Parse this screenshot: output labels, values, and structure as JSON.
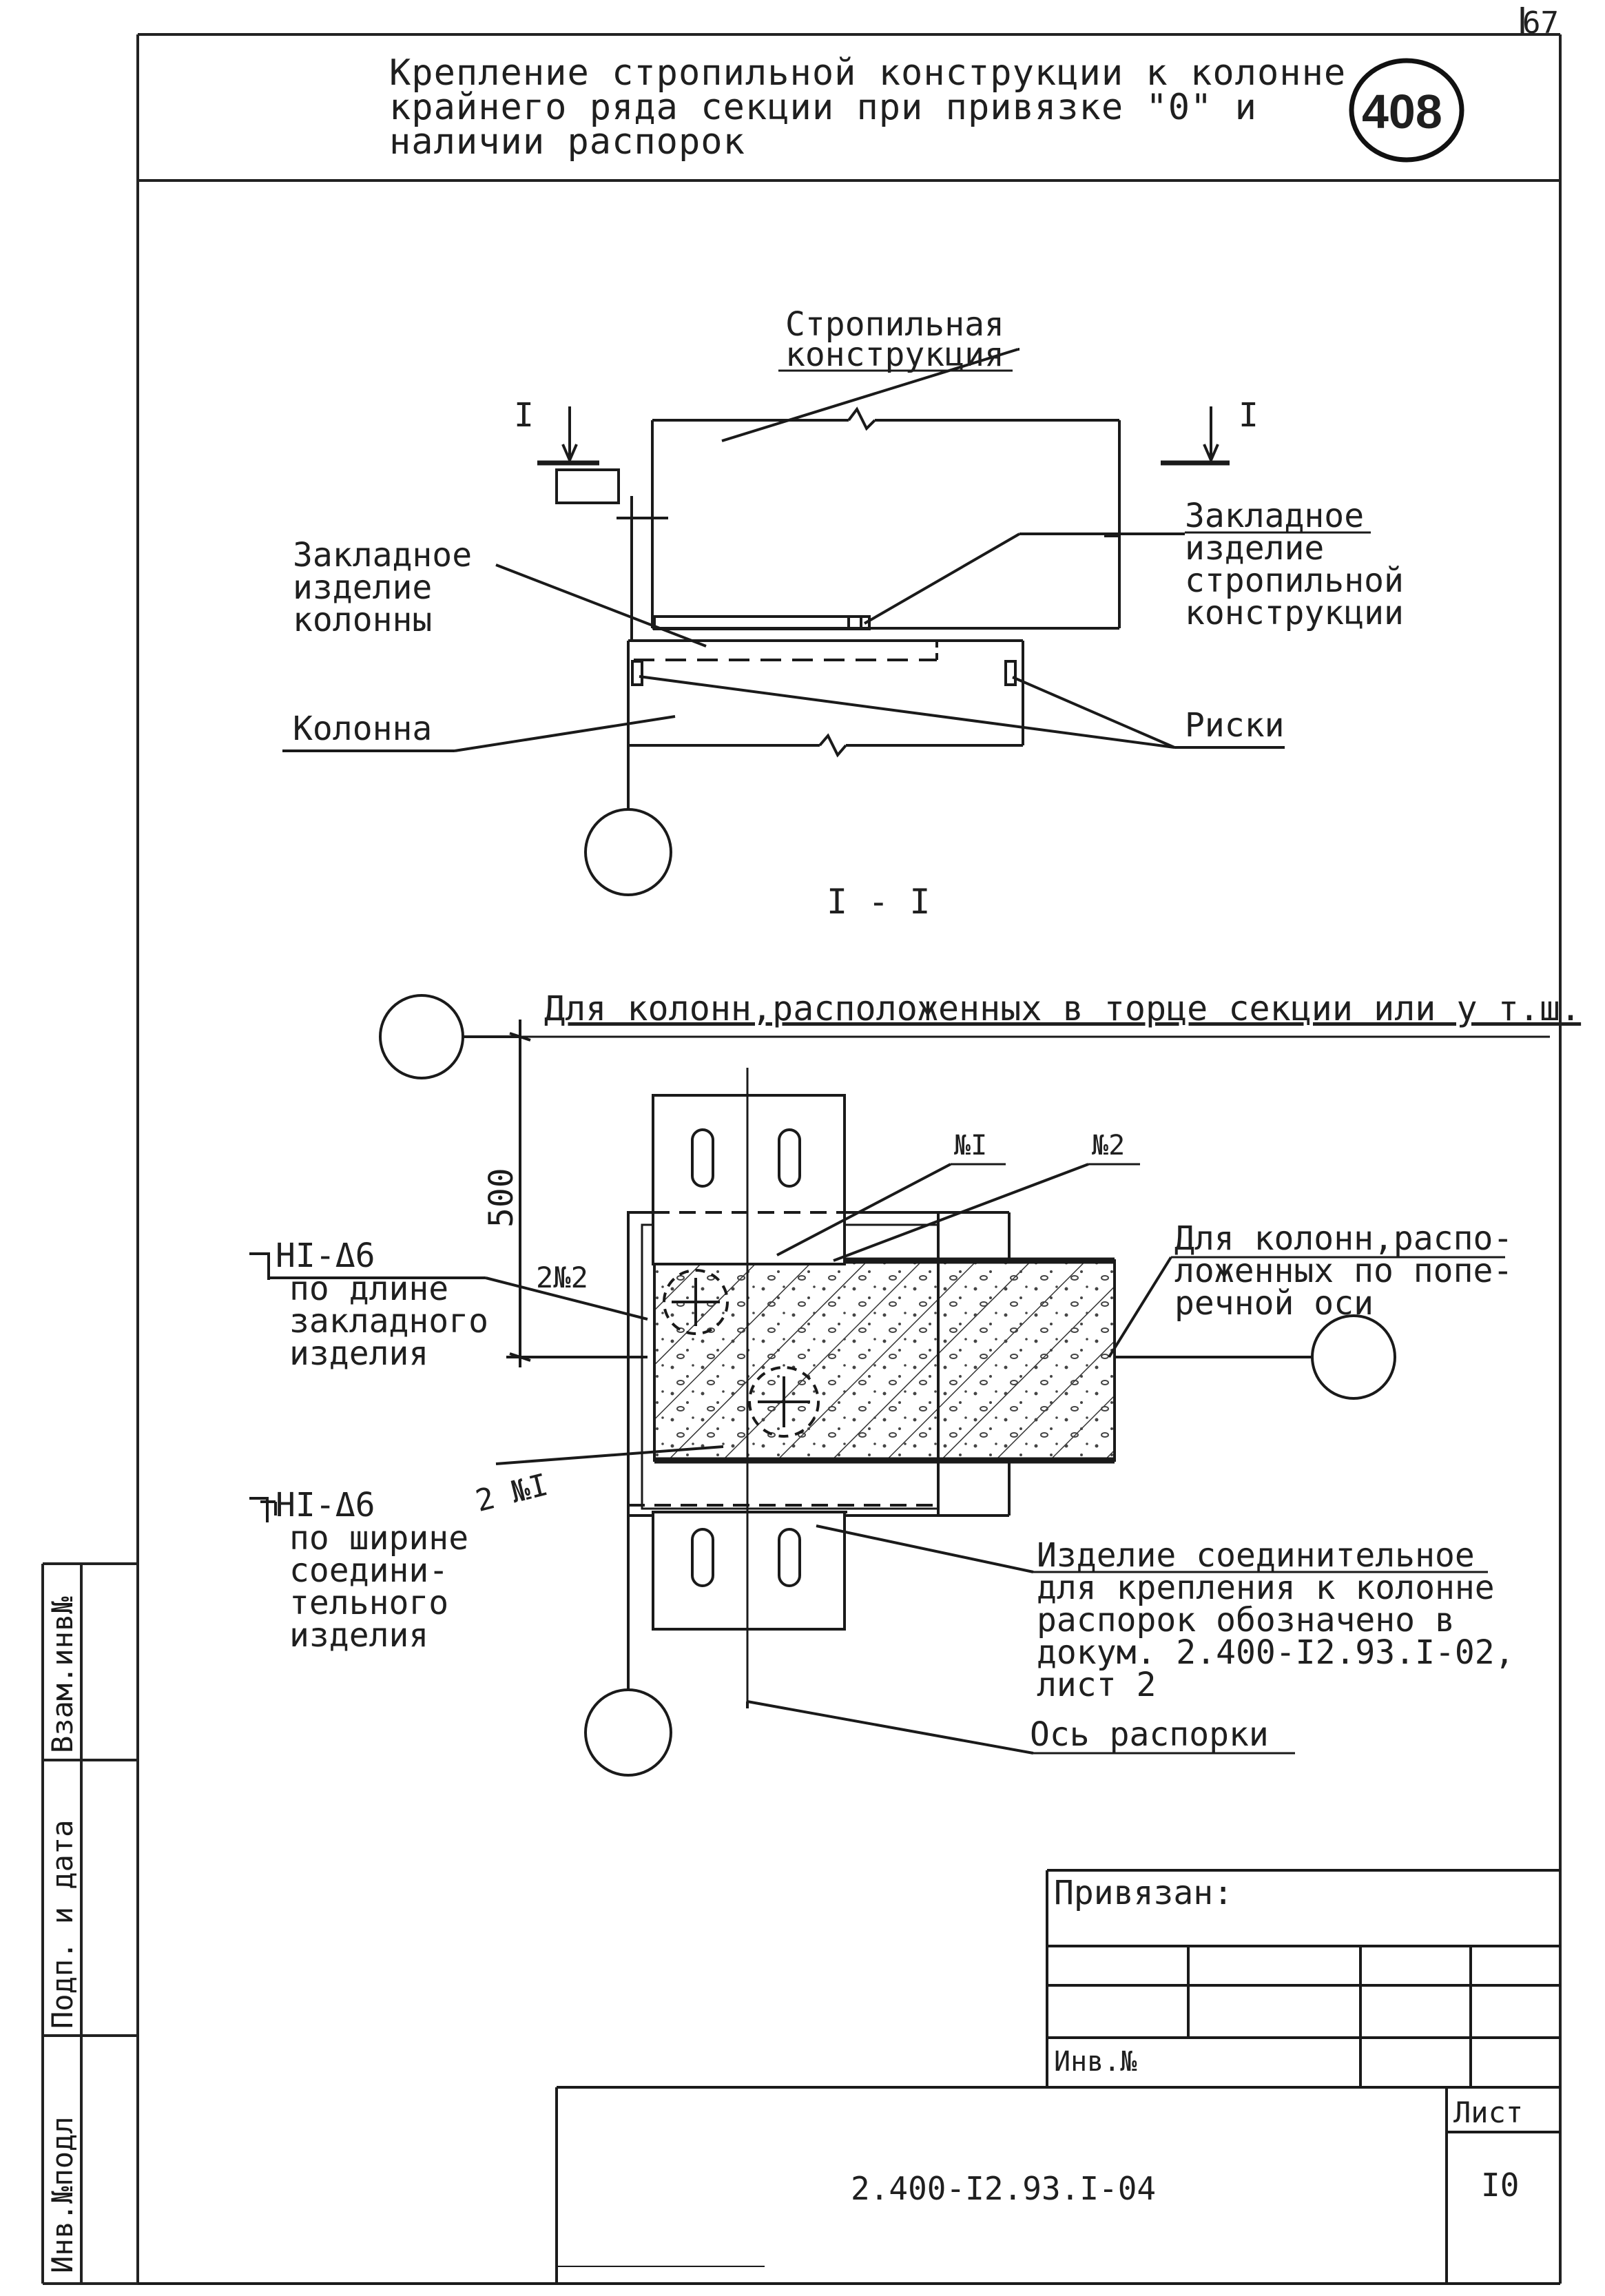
{
  "sheet_corner_number": "67",
  "title_lines": [
    "Крепление стропильной конструкции к колонне",
    "крайнего ряда секции при привязке \"0\" и",
    "наличии распорок"
  ],
  "drawing_number": "408",
  "elevation": {
    "section_marker_left": "I",
    "section_marker_right": "I",
    "rafter_label": [
      "Стропильная",
      "конструкция"
    ],
    "column_embed_label": [
      "Закладное",
      "изделие",
      "колонны"
    ],
    "rafter_embed_label": [
      "Закладное",
      "изделие",
      "стропильной",
      "конструкции"
    ],
    "column_label": "Колонна",
    "marks_label": "Риски"
  },
  "section": {
    "title": "I - I",
    "top_note": "Для колонн,расположенных в торце секции или у т.ш.",
    "dimension": "500",
    "item1_mark": "№I",
    "item2_mark": "№2",
    "side_mark": "2№2",
    "bottom_mark": "2 №I",
    "weld1_symbol": "HI-Δ6",
    "weld1_note": [
      "по длине",
      "закладного",
      "изделия"
    ],
    "weld2_symbol": "HI-Δ6",
    "weld2_note": [
      "по ширине",
      "соедини-",
      "тельного",
      "изделия"
    ],
    "transverse_note": [
      "Для колонн,распо-",
      "ложенных по попе-",
      "речной оси"
    ],
    "connector_note": [
      "Изделие соединительное",
      "для крепления к колонне",
      "распорок обозначено в",
      "докум. 2.400-I2.93.I-02,",
      "лист 2"
    ],
    "strut_axis": "Ось распорки"
  },
  "stamp": {
    "bound_label": "Привязан:",
    "inv_label": "Инв.№",
    "doc_code": "2.400-I2.93.I-04",
    "sheet_label": "Лист",
    "sheet_number": "I0"
  },
  "left_strip": [
    "Инв.№подл",
    "Подп. и дата",
    "Взам.инв№"
  ]
}
